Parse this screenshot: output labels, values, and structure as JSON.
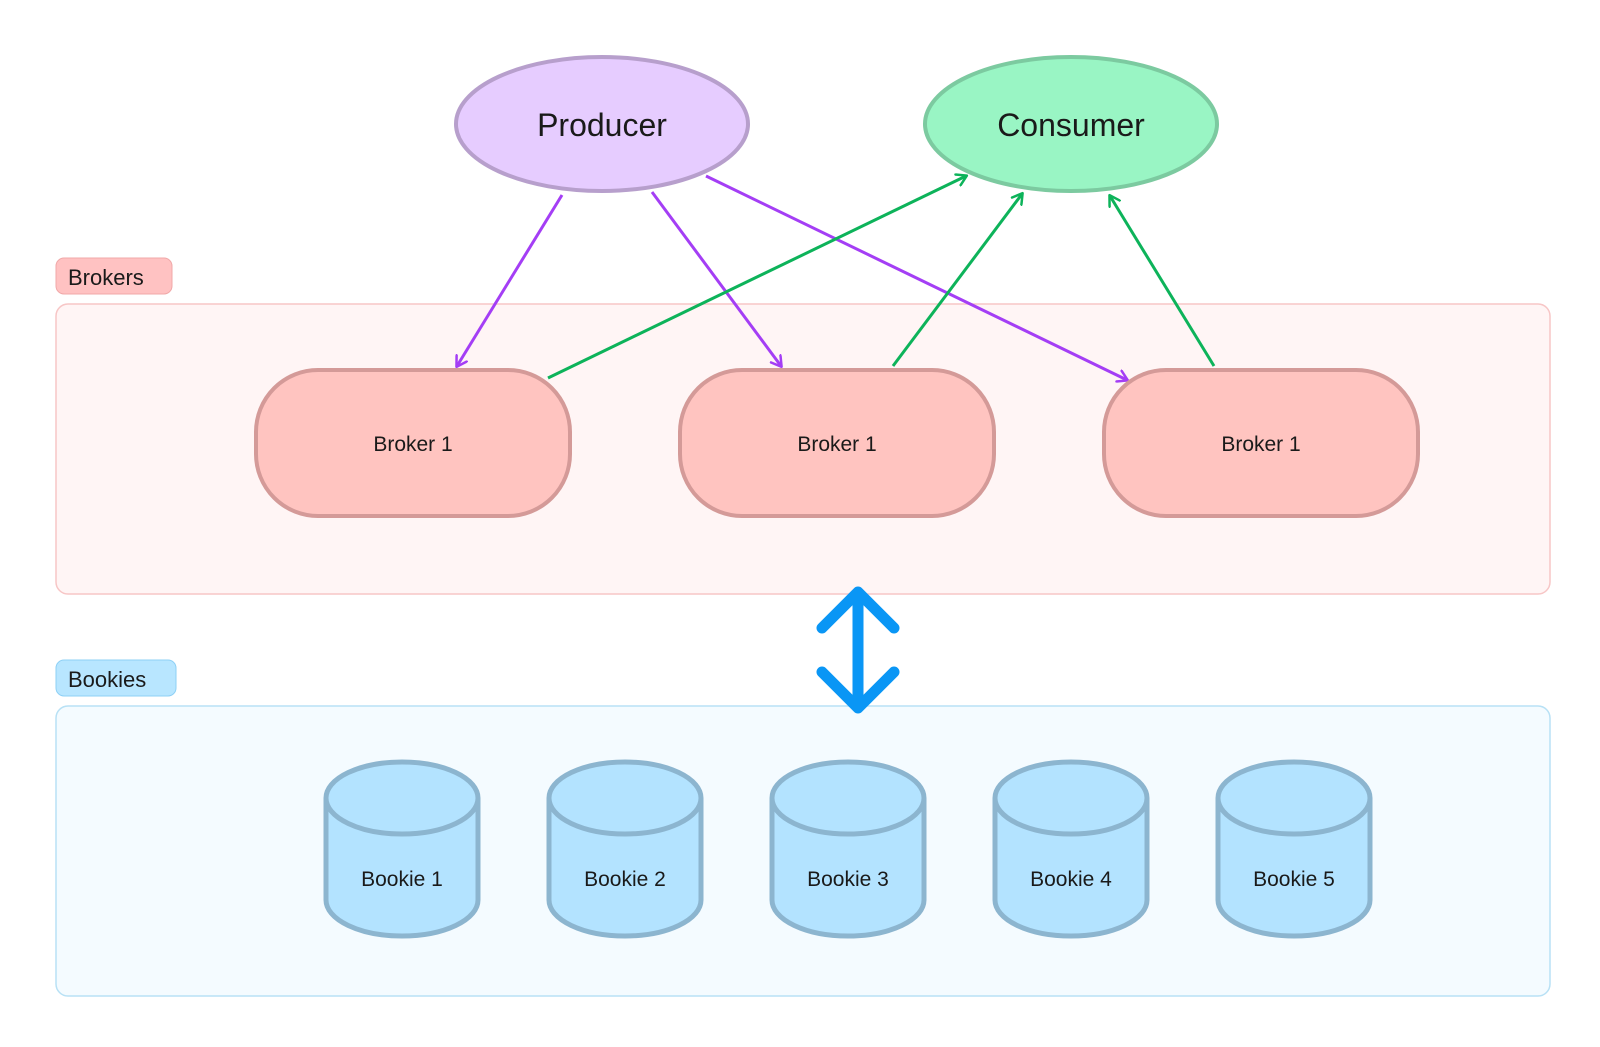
{
  "producer": {
    "label": "Producer",
    "fill": "#e6ccff",
    "stroke": "#b79fcc"
  },
  "consumer": {
    "label": "Consumer",
    "fill": "#99f5c4",
    "stroke": "#7ccaa0"
  },
  "brokers_group": {
    "label": "Brokers",
    "badge_fill": "#ffc2c2",
    "panel_fill": "#fff5f5",
    "items": [
      {
        "label": "Broker 1"
      },
      {
        "label": "Broker 1"
      },
      {
        "label": "Broker 1"
      }
    ],
    "node_fill": "#ffc4c0",
    "node_stroke": "#d49a98"
  },
  "bookies_group": {
    "label": "Bookies",
    "badge_fill": "#b8e6ff",
    "panel_fill": "#f4fbff",
    "items": [
      {
        "label": "Bookie 1"
      },
      {
        "label": "Bookie 2"
      },
      {
        "label": "Bookie 3"
      },
      {
        "label": "Bookie 4"
      },
      {
        "label": "Bookie 5"
      }
    ],
    "node_fill": "#b3e3ff",
    "node_stroke": "#8cb5cf"
  },
  "edges": {
    "produce_color": "#a43ef5",
    "consume_color": "#0db35a",
    "link_color": "#0a96f5"
  }
}
